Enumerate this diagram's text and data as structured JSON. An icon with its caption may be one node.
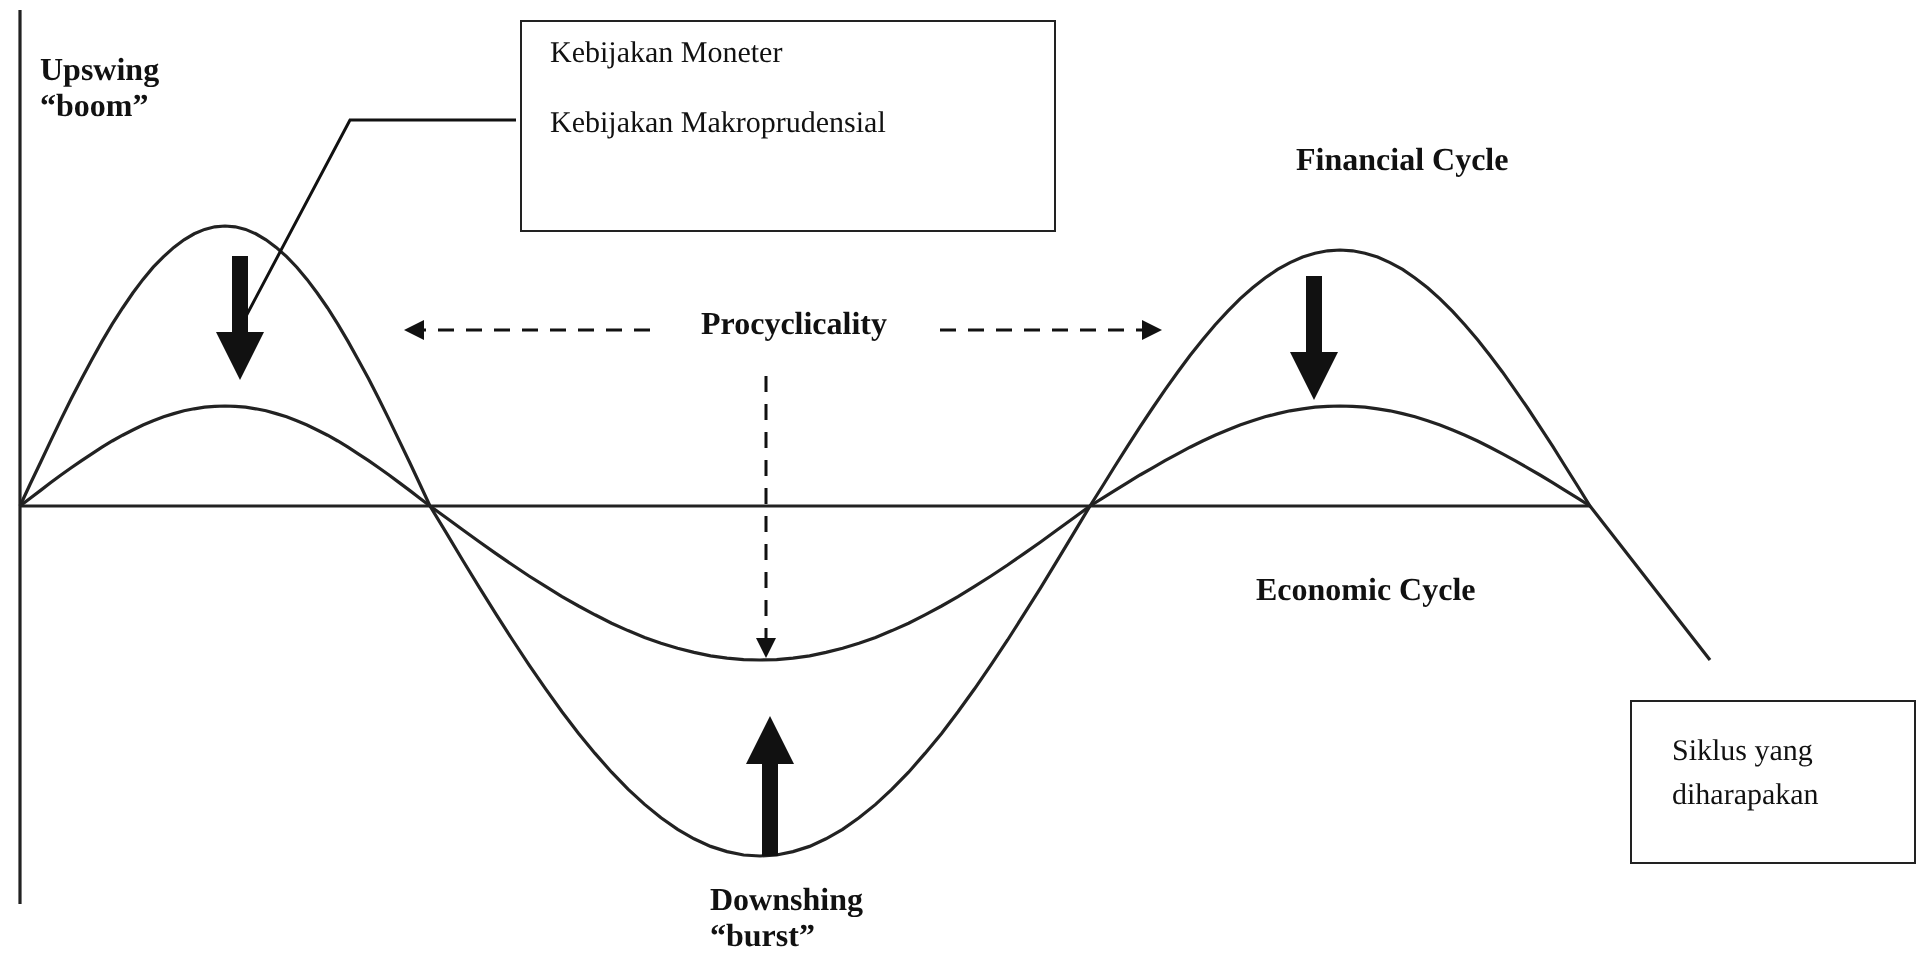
{
  "diagram": {
    "nodes": [
      {
        "text": [
          "Kebijakan Moneter",
          "Kebijakan Makroprudensial"
        ]
      },
      {
        "text": [
          "Procyclicality"
        ]
      },
      {
        "text": [
          "Siklus yang diharapakan"
        ]
      }
    ],
    "edges": [
      {
        "from": 0,
        "to": null,
        "arrow": "none"
      },
      {
        "from": 1,
        "to": null,
        "arrow": "to",
        "style": "dashed"
      },
      {
        "from": 1,
        "to": null,
        "arrow": "to",
        "style": "dashed"
      },
      {
        "from": 1,
        "to": null,
        "arrow": "to",
        "style": "dashed"
      }
    ],
    "labels": [
      "Upswing “boom”",
      "Financial Cycle",
      "Economic Cycle",
      "Downshing “burst”"
    ]
  }
}
